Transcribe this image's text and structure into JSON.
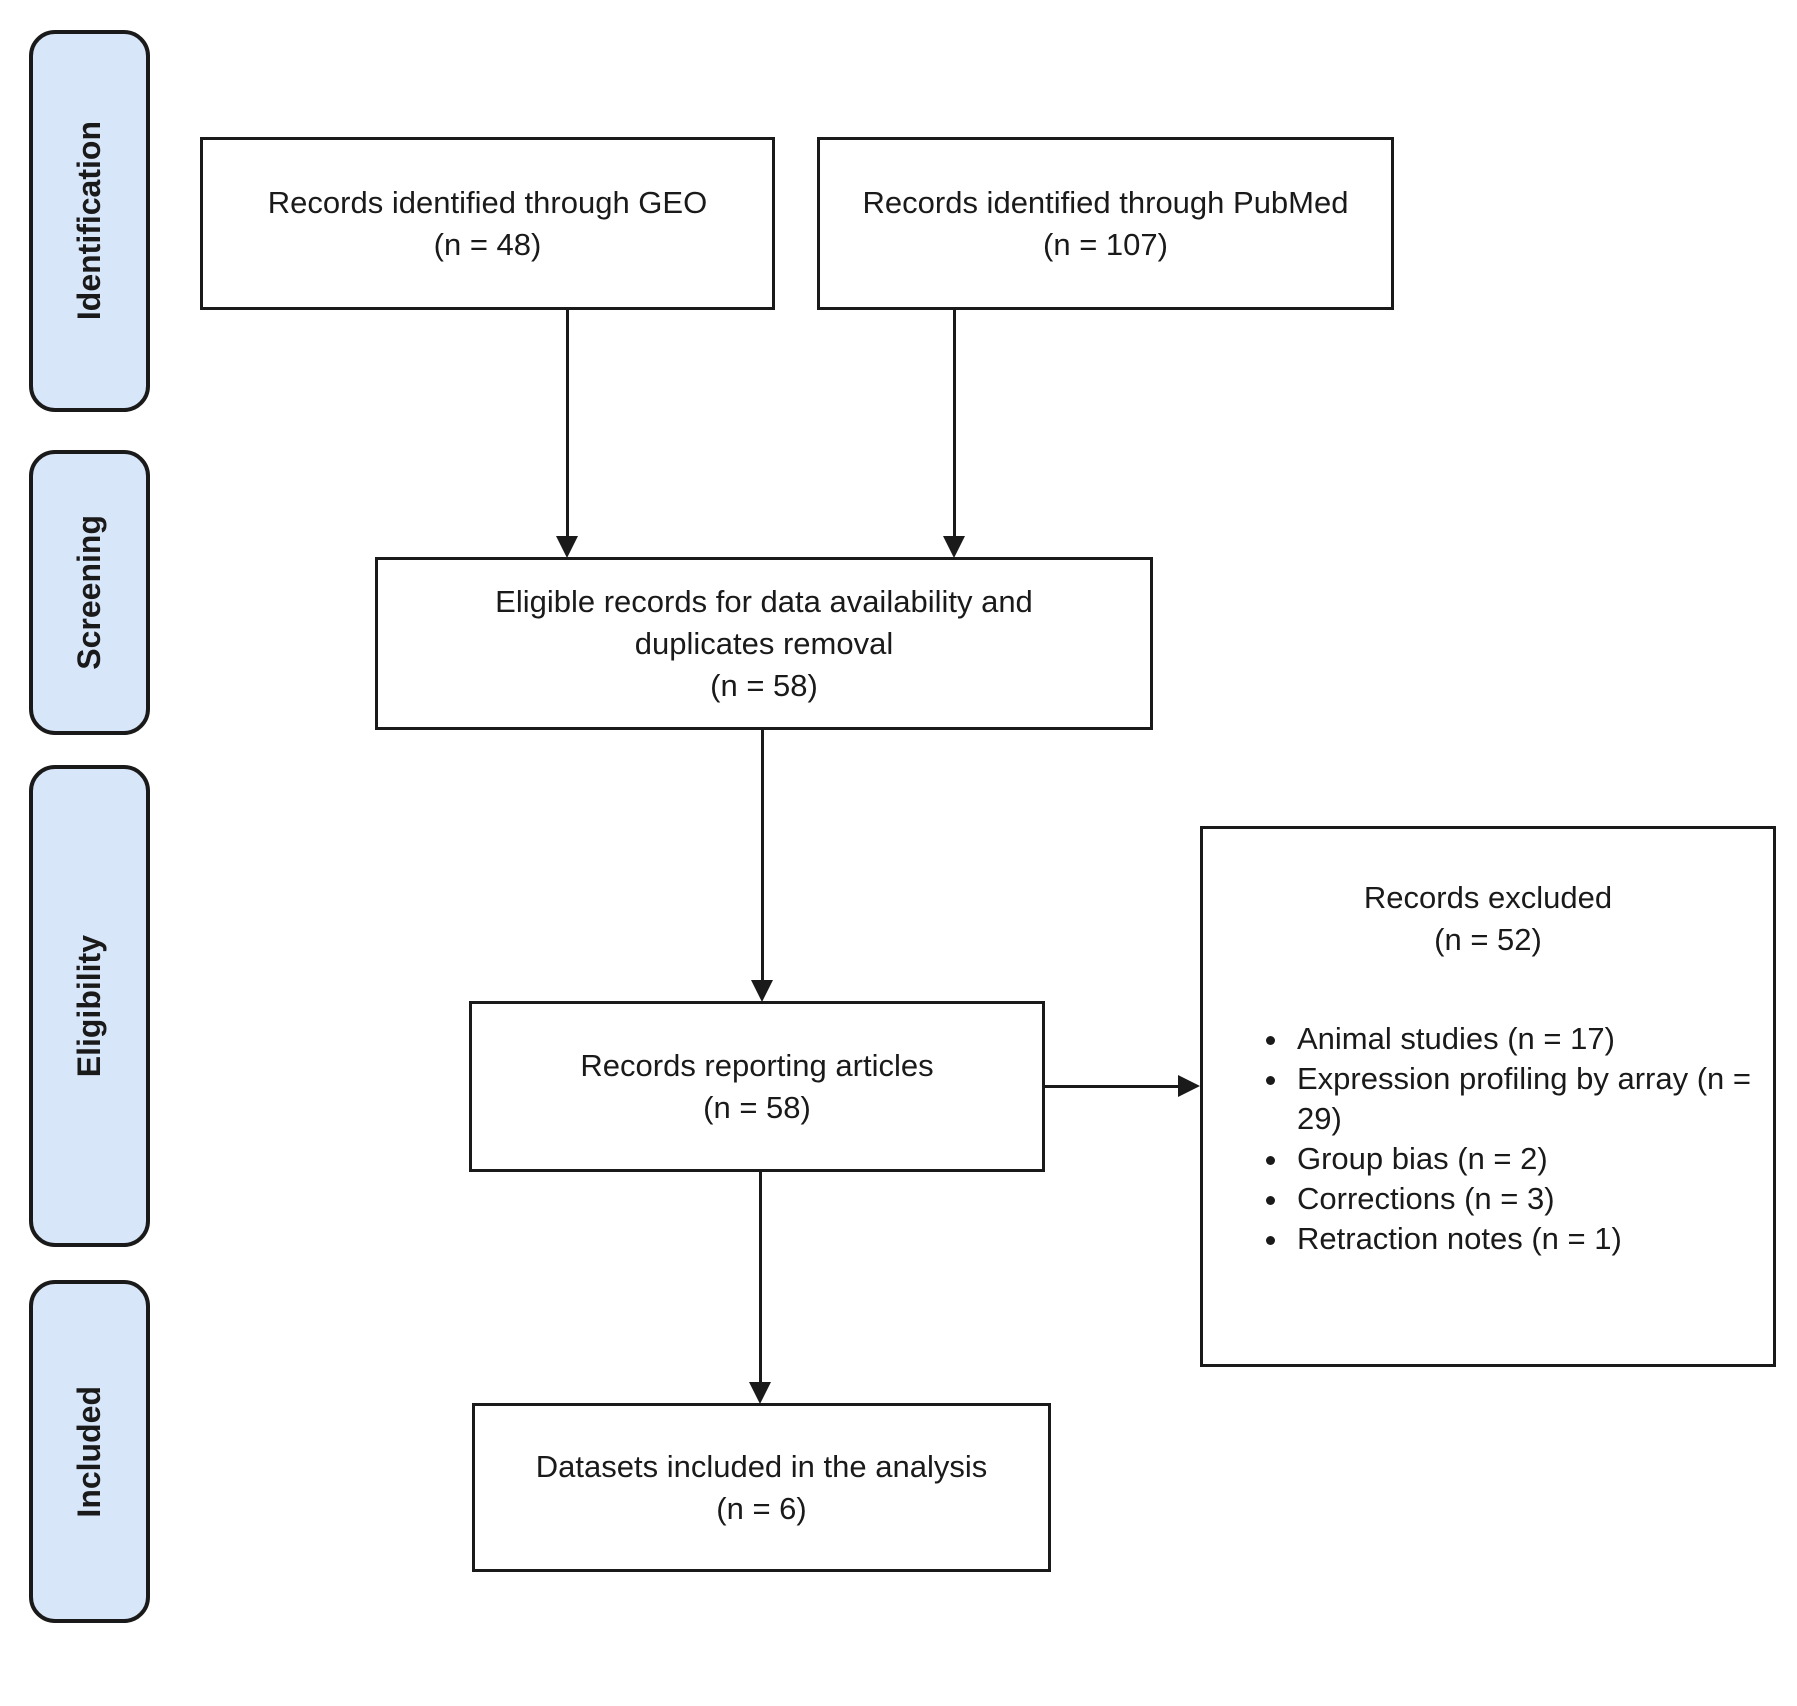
{
  "diagram": {
    "stages": [
      {
        "label": "Identification"
      },
      {
        "label": "Screening"
      },
      {
        "label": "Eligibility"
      },
      {
        "label": "Included"
      }
    ],
    "boxes": {
      "geo": {
        "line1": "Records identified through GEO",
        "line2": "(n = 48)"
      },
      "pubmed": {
        "line1": "Records identified through PubMed",
        "line2": "(n = 107)"
      },
      "eligible": {
        "line1": "Eligible records for data availability and",
        "line2": "duplicates removal",
        "line3": "(n = 58)"
      },
      "reporting": {
        "line1": "Records reporting articles",
        "line2": "(n = 58)"
      },
      "excluded": {
        "title_line1": "Records excluded",
        "title_line2": "(n = 52)",
        "bullets": [
          "Animal studies (n = 17)",
          "Expression profiling by array (n = 29)",
          "Group bias (n = 2)",
          "Corrections (n = 3)",
          "Retraction notes (n = 1)"
        ]
      },
      "datasets": {
        "line1": "Datasets included in the analysis",
        "line2": "(n = 6)"
      }
    },
    "colors": {
      "stage_fill": "#d8e6fa",
      "stroke": "#1a1a1a",
      "text": "#1a1a1a",
      "box_fill": "#ffffff",
      "background": "#ffffff"
    }
  }
}
